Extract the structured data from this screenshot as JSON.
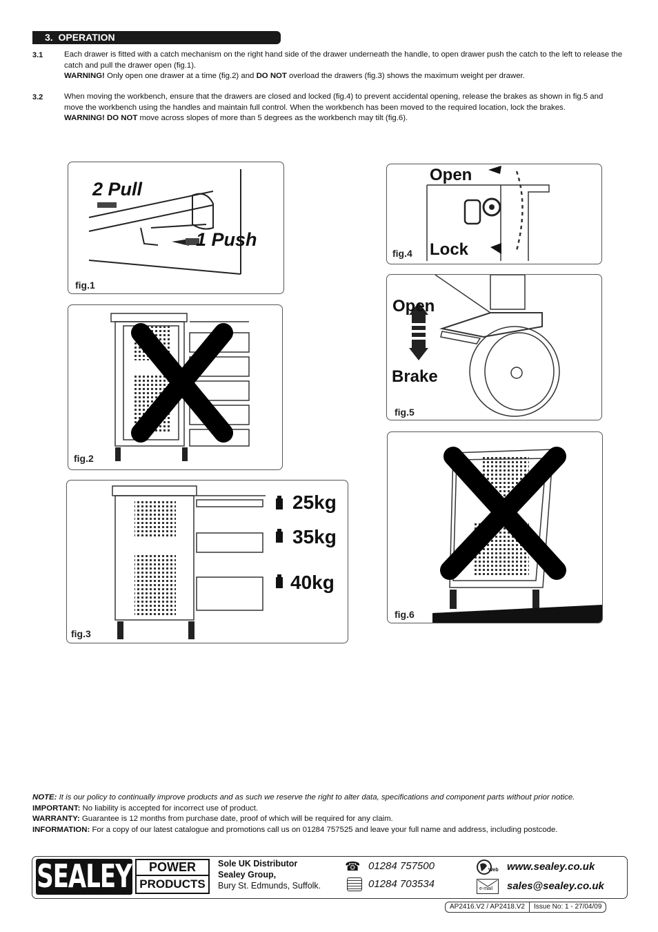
{
  "section": {
    "number": "3.",
    "title": "OPERATION"
  },
  "p31": {
    "num": "3.1",
    "text": "Each drawer is fitted with a catch mechanism on the right hand side of the drawer underneath the handle, to open drawer push the catch to the left to release the catch and pull the drawer open (fig.1).",
    "warn_label": "WARNING!",
    "warn_a": " Only open one drawer at a time (fig.2) and ",
    "warn_b": "DO NOT",
    "warn_c": " overload the drawers (fig.3) shows the maximum weight per drawer."
  },
  "p32": {
    "num": "3.2",
    "text": "When moving the workbench, ensure that the drawers are closed and locked (fig.4) to prevent accidental opening, release the brakes as shown in fig.5 and move the workbench using the handles and maintain full control. When the workbench has been moved to the required location, lock the brakes.",
    "warn_label": "WARNING! DO NOT",
    "warn_a": " move across slopes of more than 5 degrees as the workbench may tilt (fig.6)."
  },
  "figures": {
    "fig1": {
      "label": "fig.1",
      "pull": "2 Pull",
      "push": "1 Push"
    },
    "fig2": {
      "label": "fig.2"
    },
    "fig3": {
      "label": "fig.3",
      "weights": [
        "25kg",
        "35kg",
        "40kg"
      ]
    },
    "fig4": {
      "label": "fig.4",
      "open": "Open",
      "lock": "Lock"
    },
    "fig5": {
      "label": "fig.5",
      "open": "Open",
      "brake": "Brake"
    },
    "fig6": {
      "label": "fig.6"
    }
  },
  "notes": {
    "note_label": "NOTE:",
    "note_text": " It is our policy to continually improve products and as such we reserve the right to alter data, specifications and component parts without prior notice.",
    "important_label": "IMPORTANT:",
    "important_text": " No liability is accepted for incorrect use of product.",
    "warranty_label": "WARRANTY:",
    "warranty_text": " Guarantee is 12 months from purchase date, proof of which will be required for any claim.",
    "info_label": "INFORMATION:",
    "info_text": " For a copy of our latest catalogue and promotions call us on 01284 757525 and leave your full name and address, including postcode."
  },
  "footer": {
    "logo_brand": "SEALEY",
    "logo_power": "POWER",
    "logo_products": "PRODUCTS",
    "distributor_title": "Sole UK Distributor",
    "distributor_company": "Sealey Group,",
    "distributor_address": "Bury St. Edmunds, Suffolk.",
    "phone": "01284 757500",
    "fax": "01284 703534",
    "web_icon_label": "Web",
    "email_icon_label": "e-mail",
    "web": "www.sealey.co.uk",
    "email": "sales@sealey.co.uk",
    "model": "AP2416.V2 / AP2418.V2",
    "issue": "Issue No: 1 - 27/04/09"
  }
}
